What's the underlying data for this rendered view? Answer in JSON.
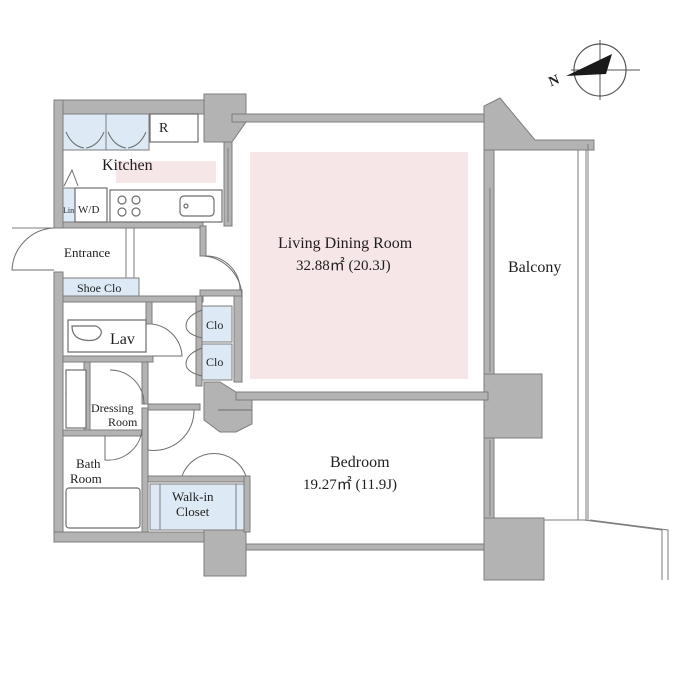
{
  "rooms": {
    "kitchen": "Kitchen",
    "refrigerator": "R",
    "linen": "Lin",
    "washer_dryer": "W/D",
    "entrance": "Entrance",
    "shoe_closet": "Shoe Clo",
    "lavatory": "Lav",
    "closet_1": "Clo",
    "closet_2": "Clo",
    "dressing_1": "Dressing",
    "dressing_2": "Room",
    "bath_1": "Bath",
    "bath_2": "Room",
    "walkin_1": "Walk-in",
    "walkin_2": "Closet",
    "living_name": "Living Dining Room",
    "living_area": "32.88㎡ (20.3J)",
    "bedroom_name": "Bedroom",
    "bedroom_area": "19.27㎡ (11.9J)",
    "balcony": "Balcony"
  },
  "compass": {
    "label": "N"
  },
  "colors": {
    "wall": "#b3b3b3",
    "living_highlight": "#f7e6e8",
    "closet_blue": "#dde9f4"
  }
}
